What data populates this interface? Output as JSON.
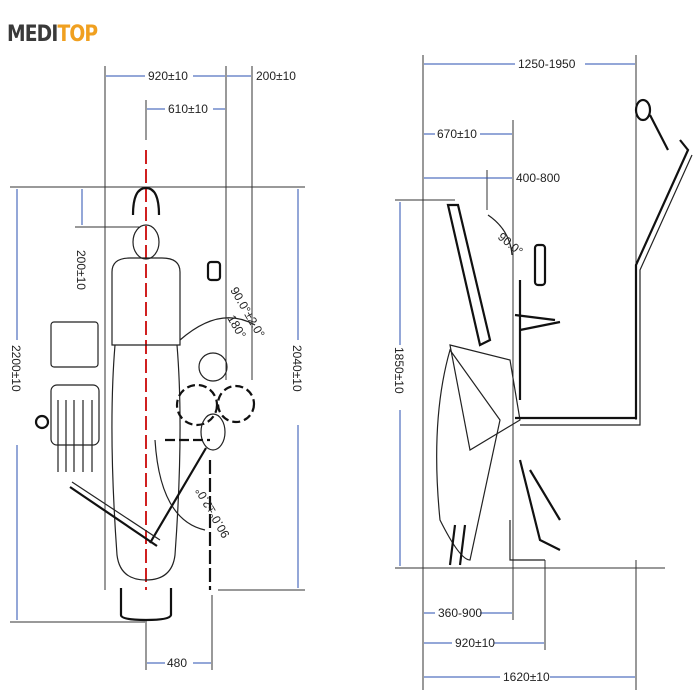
{
  "logo": {
    "part1": "MEDI",
    "part2": "TOP",
    "accent": "#f0a020"
  },
  "top_view": {
    "width_total": "920±10",
    "width_right": "200±10",
    "center_offset": "610±10",
    "headrest_offset": "200±10",
    "length_total": "2200±10",
    "length_right": "2040±10",
    "arm_angle_top": "90.0°±2.0°",
    "rotation": "180°",
    "arm_angle_bottom": "90.0°±2.0°",
    "base_offset": "480"
  },
  "side_view": {
    "light_reach": "1250-1950",
    "headrest_depth": "670±10",
    "backrest_travel": "400-800",
    "backrest_angle": "90.0°",
    "height": "1850±10",
    "seat_height": "360-900",
    "seat_length": "920±10",
    "total_length": "1620±10"
  }
}
